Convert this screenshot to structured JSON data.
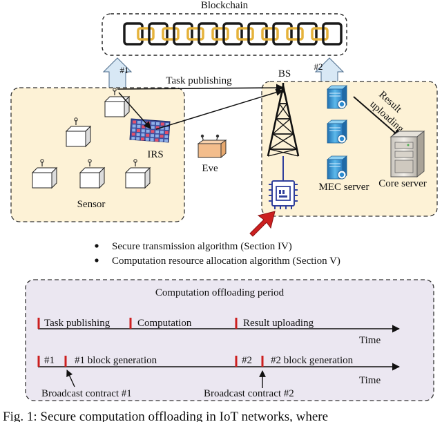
{
  "top": {
    "blockchain_label": "Blockchain",
    "badge_1": "#1",
    "badge_2": "#2",
    "task_publishing": "Task publishing",
    "bs_label": "BS",
    "result_line1": "Result",
    "result_line2": "uploading",
    "irs_label": "IRS",
    "eve_label": "Eve",
    "sensor_label": "Sensor",
    "mec_label": "MEC server",
    "core_label": "Core server"
  },
  "bullets": [
    "Secure transmission algorithm (Section IV)",
    "Computation resource allocation algorithm (Section V)"
  ],
  "period": {
    "title": "Computation offloading period",
    "row1": [
      "Task publishing",
      "Computation",
      "Result uploading"
    ],
    "row2": [
      "#1",
      "#1 block generation",
      "#2",
      "#2 block generation"
    ],
    "time_label": "Time",
    "broadcast_1": "Broadcast contract #1",
    "broadcast_2": "Broadcast contract #2"
  },
  "caption": "Fig. 1: Secure computation offloading in IoT networks, where",
  "colors": {
    "panel_fill": "#fdf2d6",
    "period_fill": "#ebe7f1",
    "chain_gold": "#e5b23a",
    "badge_fill": "#d8e8f5",
    "red": "#cc1f1f",
    "server_blue": "#3f9fd6",
    "irs_blue": "#3c4f9e",
    "chip_blue": "#2f3f9c",
    "eve_orange": "#f3bd8c"
  }
}
